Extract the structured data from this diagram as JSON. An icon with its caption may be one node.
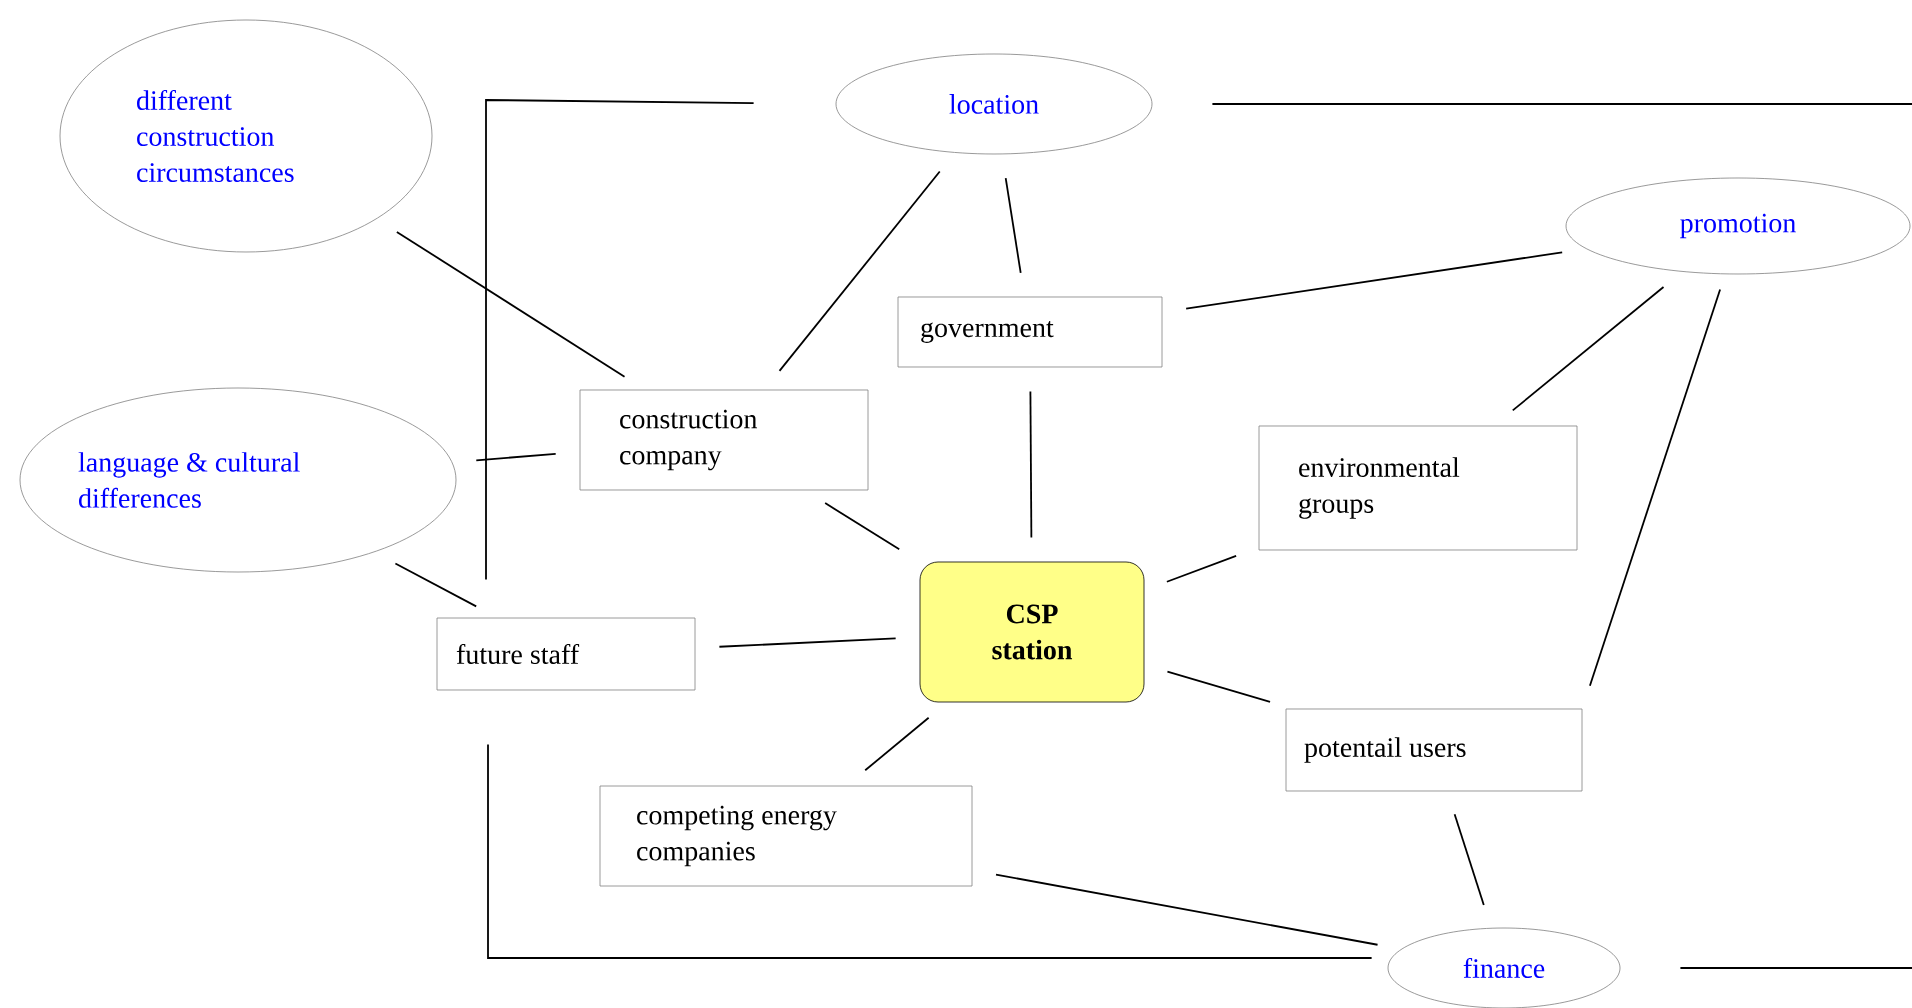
{
  "diagram": {
    "nodes": [
      {
        "text": [
          "different construction circumstances"
        ]
      },
      {
        "text": [
          "location"
        ]
      },
      {
        "text": [
          "promotion"
        ]
      },
      {
        "text": [
          "government"
        ]
      },
      {
        "text": [
          "construction company"
        ]
      },
      {
        "text": [
          "language & cultural differences"
        ]
      },
      {
        "text": [
          "environmental groups"
        ]
      },
      {
        "text": [
          "CSP station"
        ]
      },
      {
        "text": [
          "future staff"
        ]
      },
      {
        "text": [
          "potentail users"
        ]
      },
      {
        "text": [
          "competing energy companies"
        ]
      },
      {
        "text": [
          "finance"
        ]
      }
    ],
    "edges": [
      {
        "from": 1,
        "to": 4,
        "arrow": "none"
      },
      {
        "from": 1,
        "to": 3,
        "arrow": "none"
      },
      {
        "from": 0,
        "to": 4,
        "arrow": "none"
      },
      {
        "from": 5,
        "to": 4,
        "arrow": "none"
      },
      {
        "from": 3,
        "to": 7,
        "arrow": "none"
      },
      {
        "from": 4,
        "to": 7,
        "arrow": "none"
      },
      {
        "from": 3,
        "to": 2,
        "arrow": "none"
      },
      {
        "from": 2,
        "to": 6,
        "arrow": "none"
      },
      {
        "from": 2,
        "to": 9,
        "arrow": "none"
      },
      {
        "from": 6,
        "to": 7,
        "arrow": "none"
      },
      {
        "from": 8,
        "to": 7,
        "arrow": "none"
      },
      {
        "from": 7,
        "to": 9,
        "arrow": "none"
      },
      {
        "from": 7,
        "to": 10,
        "arrow": "none"
      },
      {
        "from": 5,
        "to": 8,
        "arrow": "none"
      },
      {
        "from": 9,
        "to": 11,
        "arrow": "none"
      },
      {
        "from": 10,
        "to": 11,
        "arrow": "none"
      },
      {
        "from": 1,
        "to": 8,
        "arrow": "none"
      },
      {
        "from": 8,
        "to": 11,
        "arrow": "none"
      },
      {
        "from": 1,
        "to": null,
        "arrow": "none"
      },
      {
        "from": 11,
        "to": null,
        "arrow": "none"
      }
    ]
  }
}
